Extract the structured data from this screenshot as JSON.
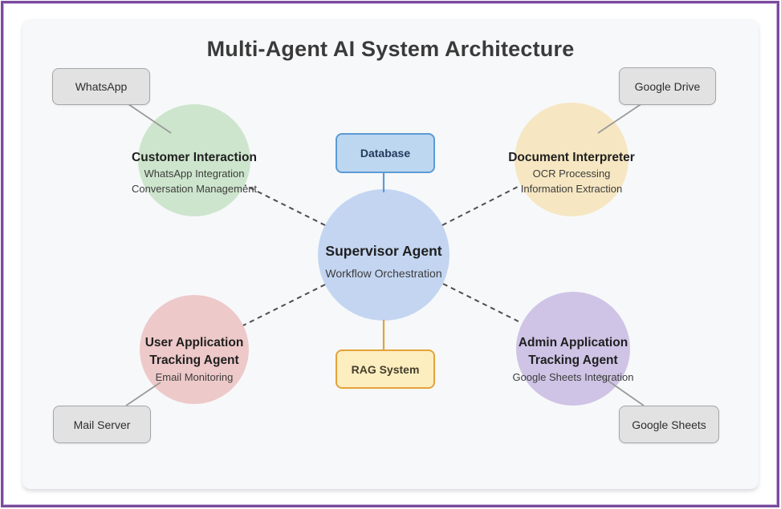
{
  "title": "Multi-Agent AI System Architecture",
  "colors": {
    "frame_border": "#7a4a9d",
    "canvas_bg": "#f7f8fa",
    "title_text": "#3a3a3a",
    "node_title_text": "#1f1f1f",
    "node_sub_text": "#3c3c3c",
    "supervisor_fill": "#c3d5f1",
    "customer_fill": "#cde5cd",
    "document_fill": "#f6e7c2",
    "user_fill": "#eec9c9",
    "admin_fill": "#cfc4e6",
    "database_fill": "#bdd7f0",
    "database_border": "#5b9bd5",
    "rag_fill": "#fdeebf",
    "rag_border": "#e3a23c",
    "external_fill": "#e2e2e2",
    "external_border": "#a6a6a6",
    "dashed_line": "#4d4d4d",
    "solid_line": "#9a9a9a"
  },
  "nodes": {
    "supervisor": {
      "title": "Supervisor Agent",
      "subtitle": "Workflow Orchestration"
    },
    "customer_interaction": {
      "title": "Customer Interaction",
      "details": [
        "WhatsApp Integration",
        "Conversation Management"
      ]
    },
    "document_interpreter": {
      "title": "Document Interpreter",
      "details": [
        "OCR Processing",
        "Information Extraction"
      ]
    },
    "user_tracking": {
      "title_line1": "User Application",
      "title_line2": "Tracking Agent",
      "details": [
        "Email Monitoring"
      ]
    },
    "admin_tracking": {
      "title_line1": "Admin Application",
      "title_line2": "Tracking Agent",
      "details": [
        "Google Sheets Integration"
      ]
    },
    "database": {
      "label": "Database"
    },
    "rag_system": {
      "label": "RAG System"
    },
    "whatsapp": {
      "label": "WhatsApp"
    },
    "google_drive": {
      "label": "Google Drive"
    },
    "mail_server": {
      "label": "Mail Server"
    },
    "google_sheets": {
      "label": "Google Sheets"
    }
  }
}
